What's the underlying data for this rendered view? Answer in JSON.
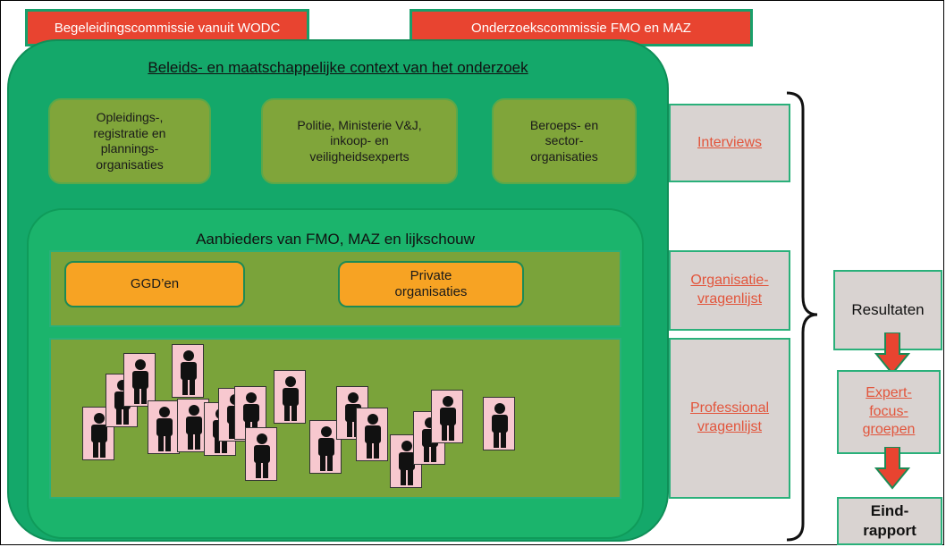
{
  "top_boxes": {
    "left": "Begeleidingscommissie vanuit WODC",
    "right": "Onderzoekscommissie FMO en MAZ"
  },
  "context": {
    "title": "Beleids- en maatschappelijke context van het onderzoek",
    "boxes": [
      "Opleidings-,\nregistratie en\nplannings-\norganisaties",
      "Politie, Ministerie V&J,\ninkoop- en\nveiligheidsexperts",
      "Beroeps- en\nsector-\norganisaties"
    ]
  },
  "providers": {
    "title": "Aanbieders van FMO, MAZ en lijkschouw",
    "ggd": "GGD’en",
    "private": "Private\norganisaties"
  },
  "methods": {
    "interviews": "Interviews",
    "org_survey": "Organisatie-\nvragenlijst",
    "prof_survey": "Professional\nvragenlijst"
  },
  "outcomes": {
    "results": "Resultaten",
    "focus": "Expert-\nfocus-\ngroepen",
    "report": "Eind-\nrapport"
  },
  "colors": {
    "red": "#e84430",
    "green": "#14a86a",
    "olive": "#7aa33a",
    "orange": "#f7a323",
    "pink": "#f7c8cf",
    "grey": "#d9d3d1",
    "link": "#e2553c"
  },
  "icons": [
    "person-icon",
    "arrow-down-icon",
    "brace-icon"
  ]
}
